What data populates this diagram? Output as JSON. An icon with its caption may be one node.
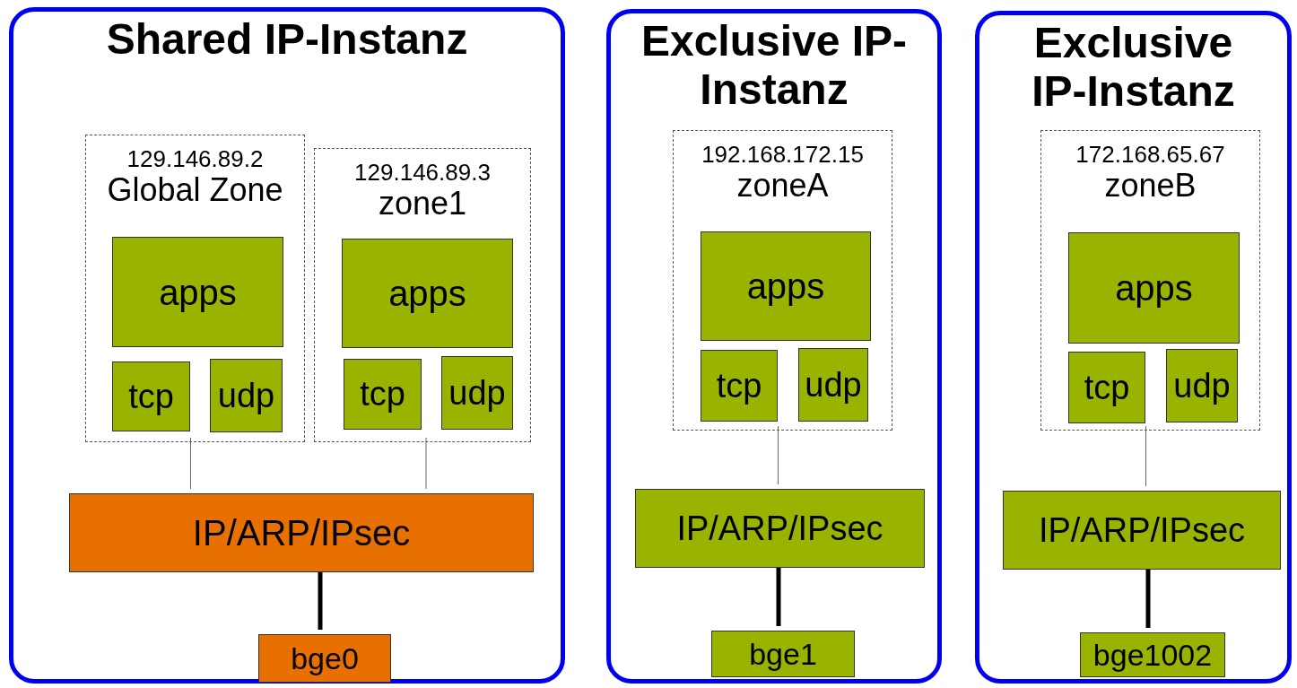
{
  "diagram": {
    "nodes": [
      {
        "text": [
          "Shared IP-Instanz"
        ]
      },
      {
        "text": [
          "129.146.89.2",
          "Global Zone"
        ],
        "in": 0
      },
      {
        "text": [
          "apps"
        ],
        "in": 1
      },
      {
        "text": [
          "tcp"
        ],
        "in": 1
      },
      {
        "text": [
          "udp"
        ],
        "in": 1
      },
      {
        "text": [
          "129.146.89.3",
          "zone1"
        ],
        "in": 0
      },
      {
        "text": [
          "apps"
        ],
        "in": 5
      },
      {
        "text": [
          "tcp"
        ],
        "in": 5
      },
      {
        "text": [
          "udp"
        ],
        "in": 5
      },
      {
        "text": [
          "IP/ARP/IPsec"
        ],
        "in": 0
      },
      {
        "text": [
          "bge0"
        ],
        "in": 0
      },
      {
        "text": [
          "Exclusive IP-Instanz"
        ]
      },
      {
        "text": [
          "192.168.172.15",
          "zoneA"
        ],
        "in": 11
      },
      {
        "text": [
          "apps"
        ],
        "in": 12
      },
      {
        "text": [
          "tcp"
        ],
        "in": 12
      },
      {
        "text": [
          "udp"
        ],
        "in": 12
      },
      {
        "text": [
          "IP/ARP/IPsec"
        ],
        "in": 11
      },
      {
        "text": [
          "bge1"
        ],
        "in": 11
      },
      {
        "text": [
          "Exclusive IP-Instanz"
        ]
      },
      {
        "text": [
          "172.168.65.67",
          "zoneB"
        ],
        "in": 18
      },
      {
        "text": [
          "apps"
        ],
        "in": 19
      },
      {
        "text": [
          "tcp"
        ],
        "in": 19
      },
      {
        "text": [
          "udp"
        ],
        "in": 19
      },
      {
        "text": [
          "IP/ARP/IPsec"
        ],
        "in": 18
      },
      {
        "text": [
          "bge1002"
        ],
        "in": 18
      }
    ],
    "edges": [
      {
        "from": 1,
        "to": 9,
        "arrow": "none"
      },
      {
        "from": 5,
        "to": 9,
        "arrow": "none"
      },
      {
        "from": 9,
        "to": 10,
        "arrow": "none",
        "style": "thick",
        "color": "#000000"
      },
      {
        "from": 12,
        "to": 16,
        "arrow": "none"
      },
      {
        "from": 16,
        "to": 17,
        "arrow": "none",
        "style": "thick",
        "color": "#000000"
      },
      {
        "from": 19,
        "to": 23,
        "arrow": "none"
      },
      {
        "from": 23,
        "to": 24,
        "arrow": "none",
        "style": "thick",
        "color": "#000000"
      }
    ]
  }
}
